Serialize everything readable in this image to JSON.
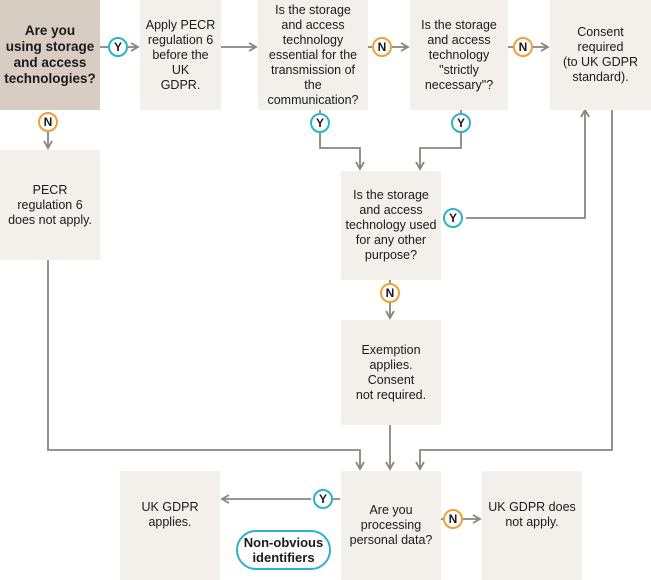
{
  "nodes": {
    "start": "Are you\nusing storage\nand access\ntechnologies?",
    "apply_pecr": "Apply PECR\nregulation 6\nbefore the UK\nGDPR.",
    "essential": "Is the storage\nand access\ntechnology\nessential for the\ntransmission of the\ncommunication?",
    "strictly_necessary": "Is the storage\nand access\ntechnology\n\"strictly\nnecessary\"?",
    "consent_required": "Consent\nrequired\n(to UK GDPR\nstandard).",
    "pecr_not_apply": "PECR\nregulation 6\ndoes not apply.",
    "other_purpose": "Is the storage\nand access\ntechnology used\nfor any other\npurpose?",
    "exemption": "Exemption\napplies. Consent\nnot required.",
    "personal_data": "Are you\nprocessing\npersonal data?",
    "gdpr_applies": "UK GDPR\napplies.",
    "gdpr_not_apply": "UK GDPR does\nnot apply."
  },
  "labels": {
    "yes": "Y",
    "no": "N"
  },
  "link": {
    "non_obvious": "Non-obvious\nidentifiers"
  },
  "colors": {
    "box": "#f3f0ec",
    "start_box": "#d7cdc3",
    "arrow": "#8a8580",
    "yes": "#2bb3c8",
    "no": "#f0a039"
  }
}
